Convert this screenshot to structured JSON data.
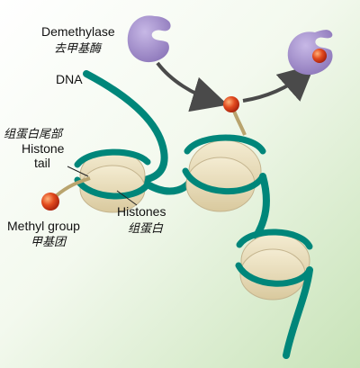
{
  "labels": {
    "demethylase_en": "Demethylase",
    "demethylase_zh": "去甲基酶",
    "dna": "DNA",
    "histone_tail_zh": "组蛋白尾部",
    "histone_tail_en_1": "Histone",
    "histone_tail_en_2": "tail",
    "histones_en": "Histones",
    "histones_zh": "组蛋白",
    "methyl_group_en": "Methyl group",
    "methyl_group_zh": "甲基团"
  },
  "colors": {
    "background_top": "#ffffff",
    "background_bottom": "#cfe6c0",
    "dna": "#00867a",
    "histone": "#e6d9b6",
    "histone_shadow": "#c4b48e",
    "tail": "#b9a46e",
    "enzyme": "#9a87c2",
    "methyl": "#d63a1c",
    "arrow": "#4a4a4a"
  }
}
